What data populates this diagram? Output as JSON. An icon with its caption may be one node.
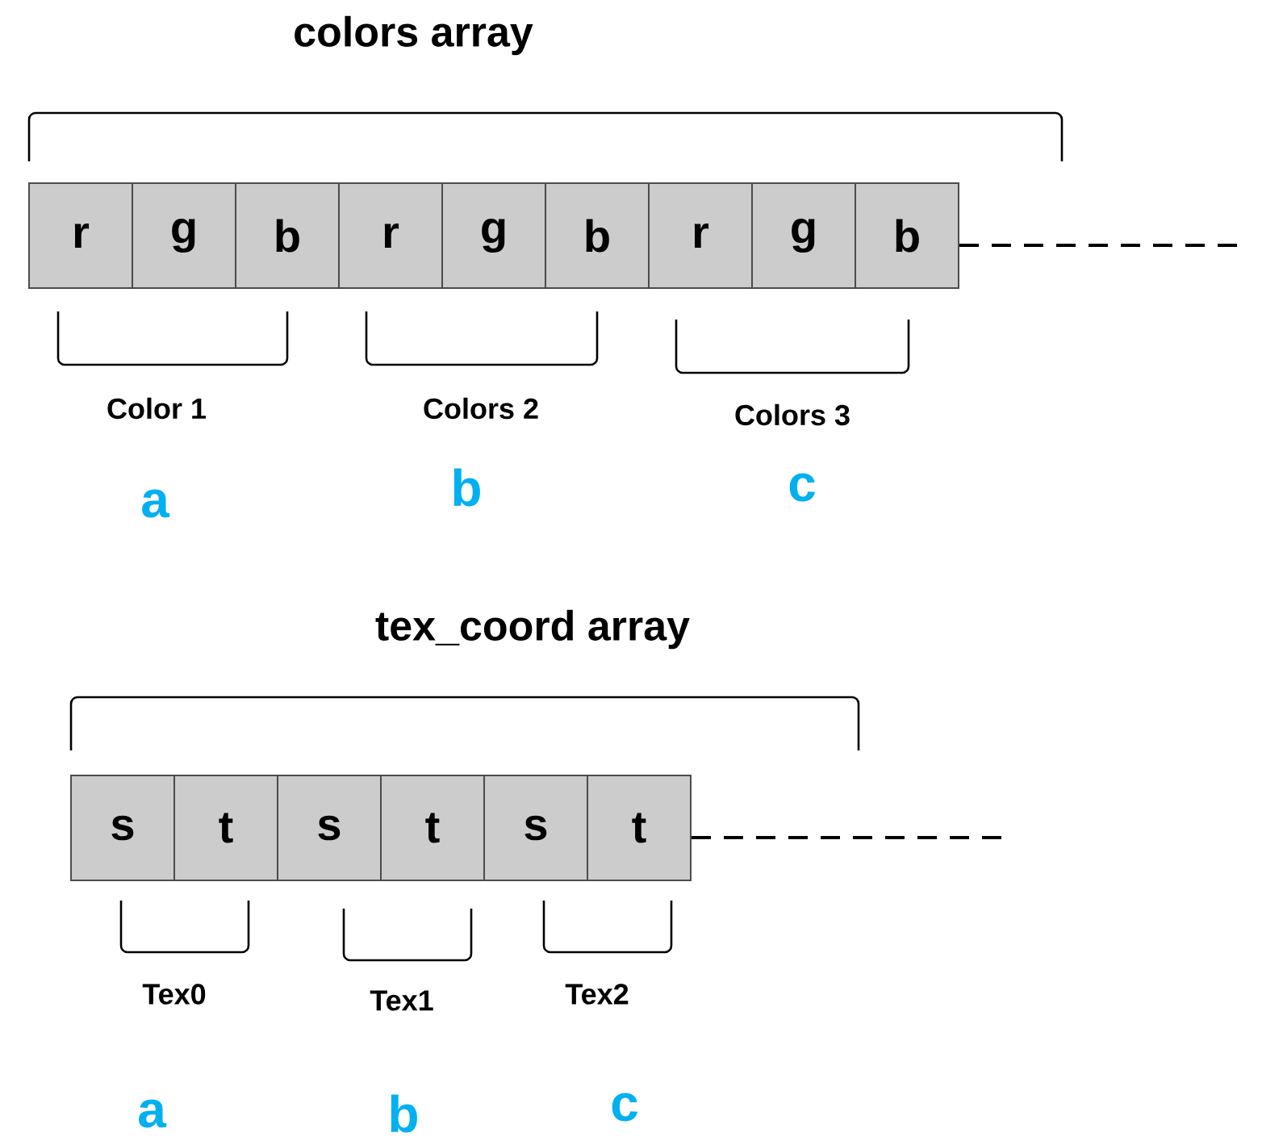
{
  "diagram": {
    "nodes": [
      {
        "text": [
          "r"
        ]
      },
      {
        "text": [
          "g"
        ]
      },
      {
        "text": [
          "b"
        ]
      },
      {
        "text": [
          "r"
        ]
      },
      {
        "text": [
          "g"
        ]
      },
      {
        "text": [
          "b"
        ]
      },
      {
        "text": [
          "r"
        ]
      },
      {
        "text": [
          "g"
        ]
      },
      {
        "text": [
          "b"
        ]
      },
      {
        "text": [
          "s"
        ]
      },
      {
        "text": [
          "t"
        ]
      },
      {
        "text": [
          "s"
        ]
      },
      {
        "text": [
          "t"
        ]
      },
      {
        "text": [
          "s"
        ]
      },
      {
        "text": [
          "t"
        ]
      }
    ],
    "edges": [
      {
        "from": 8,
        "to": null,
        "arrow": "none",
        "style": "dashed"
      },
      {
        "from": 14,
        "to": null,
        "arrow": "none",
        "style": "dashed"
      }
    ],
    "labels": [
      "colors array",
      "Color 1",
      "Colors 2",
      "Colors 3",
      "a",
      "b",
      "c",
      "tex_coord array",
      "Tex0",
      "Tex1",
      "Tex2",
      "a",
      "b",
      "c"
    ]
  }
}
